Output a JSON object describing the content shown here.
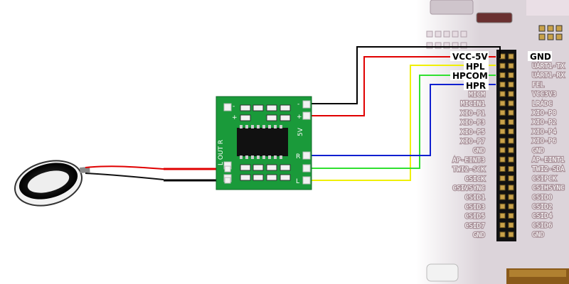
{
  "signals": {
    "gnd": "GND",
    "vcc": "VCC-5V",
    "hpl": "HPL",
    "hpcom": "HPCOM",
    "hpr": "HPR"
  },
  "amp_board": {
    "out_label": "L OUT R",
    "input_label": "5V",
    "pin_left_plus": "+",
    "pin_left_minus": "-",
    "pin_r": "R",
    "pin_l": "L",
    "pin_plus": "+",
    "pin_minus": "-"
  },
  "header_pins_left": [
    "MICM",
    "MICIN1",
    "XIO-P1",
    "XIO-P3",
    "XIO-P5",
    "XIO-P7",
    "GND",
    "AP-EINT3",
    "TWI2-SCK",
    "CSICK",
    "CSIVSYNC",
    "CSID1",
    "CSID3",
    "CSID5",
    "CSID7",
    "GND"
  ],
  "header_pins_right": [
    "UART1-TX",
    "UART1-RX",
    "FEL",
    "VCC3V3",
    "LRADC",
    "XIO-P0",
    "XIO-P2",
    "XIO-P4",
    "XIO-P6",
    "GND",
    "AP-EINT1",
    "TWI2-SDA",
    "CSIPCK",
    "CSIHSYNC",
    "CSID0",
    "CSID2",
    "CSID4",
    "CSID6",
    "GND"
  ],
  "colors": {
    "gnd_wire": "#000000",
    "vcc_wire": "#e00000",
    "hpl_wire": "#f0f000",
    "hpcom_wire": "#30e030",
    "hpr_wire": "#1020d0",
    "board": "#1a9a3a",
    "chip_board": "#ded6dc"
  }
}
